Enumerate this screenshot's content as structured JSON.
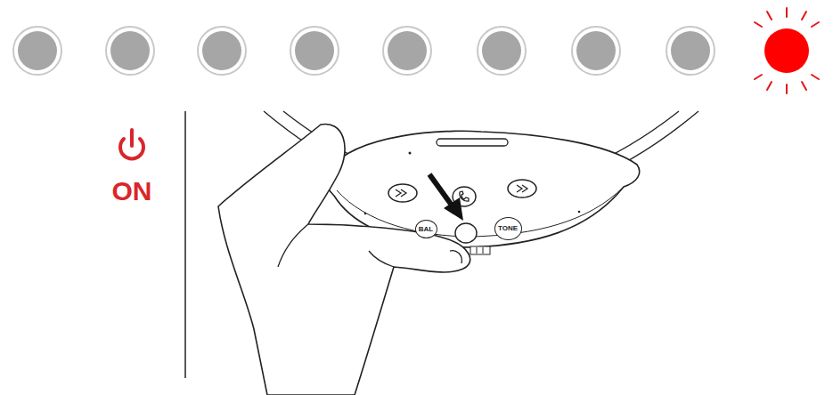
{
  "diagram": {
    "nodes": [
      {
        "text": [
          "BAL"
        ]
      },
      {
        "text": [
          "TONE"
        ]
      }
    ],
    "labels": [
      "ON"
    ]
  }
}
